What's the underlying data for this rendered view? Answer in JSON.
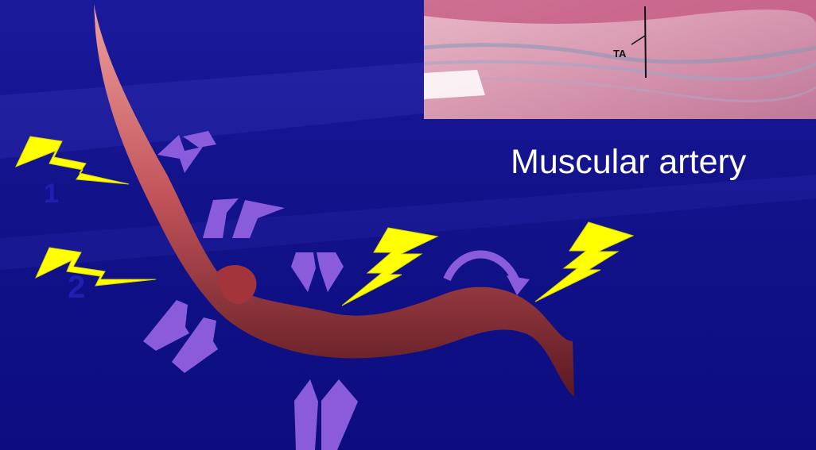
{
  "slide": {
    "title": "Muscular artery",
    "micrograph_label": "TA",
    "numbered_bolts": [
      "1",
      "2"
    ]
  },
  "colors": {
    "background": "#12128a",
    "bolt": "#ffff00",
    "arrow": "#8a5cdc",
    "artery": "#b8484e",
    "title": "#ffffff"
  },
  "icons": [
    "lightning-bolt-icon",
    "double-arrow-icon",
    "curved-arrow-icon"
  ]
}
